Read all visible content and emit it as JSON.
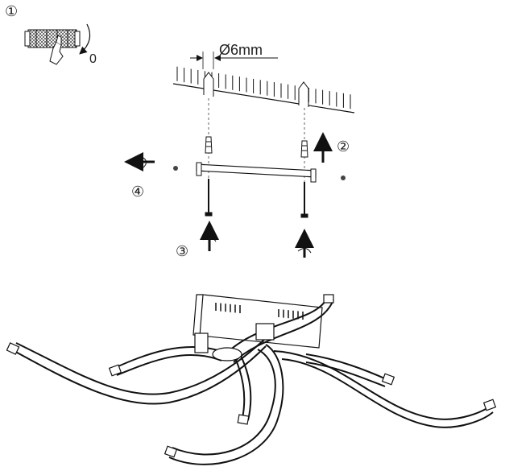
{
  "steps": {
    "step1": "①",
    "step2": "②",
    "step3": "③",
    "step4": "④"
  },
  "power_off_label": "0",
  "drill_diameter": "Ø6mm"
}
